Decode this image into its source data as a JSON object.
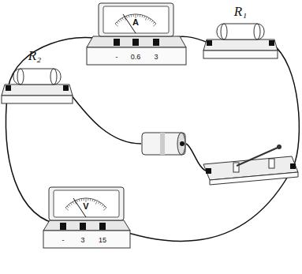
{
  "diagram": {
    "labels": [
      "A",
      "-",
      "0.6",
      "3",
      "R₁",
      "R₂",
      "V",
      "-",
      "3",
      "15"
    ]
  }
}
